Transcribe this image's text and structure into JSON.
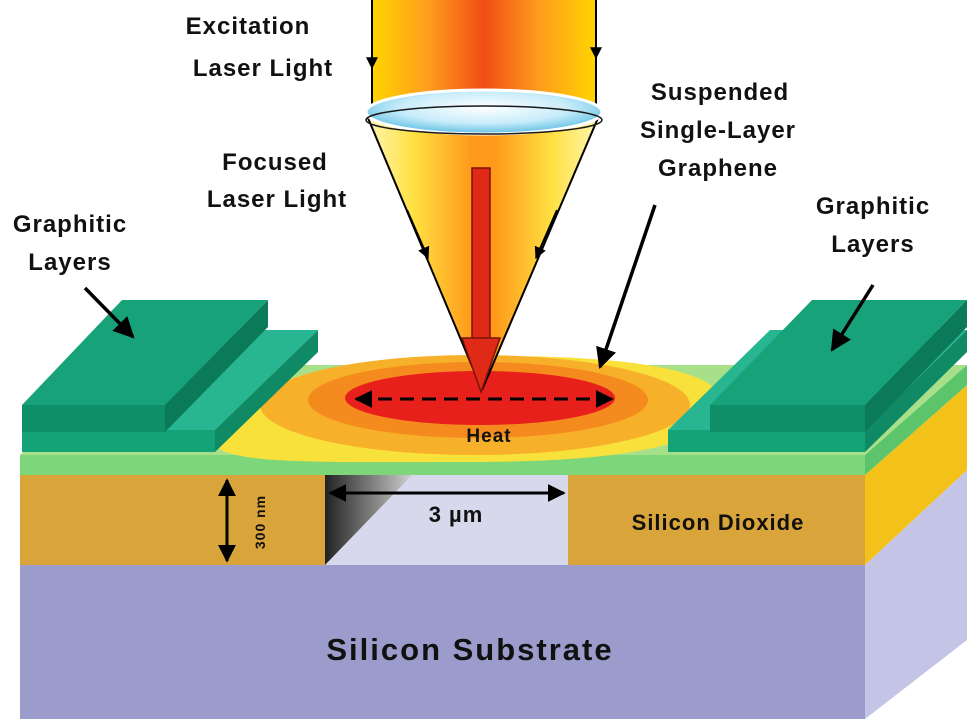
{
  "labels": {
    "excitation_line1": "Excitation",
    "excitation_line2": "Laser Light",
    "focused_line1": "Focused",
    "focused_line2": "Laser Light",
    "suspended_line1": "Suspended",
    "suspended_line2": "Single-Layer",
    "suspended_line3": "Graphene",
    "graphitic_left_line1": "Graphitic",
    "graphitic_left_line2": "Layers",
    "graphitic_right_line1": "Graphitic",
    "graphitic_right_line2": "Layers",
    "heat": "Heat",
    "trench_width": "3 µm",
    "oxide_thickness": "300 nm",
    "silicon_dioxide": "Silicon Dioxide",
    "silicon_substrate": "Silicon Substrate"
  },
  "colors": {
    "graphitic_top": "#14a277",
    "graphitic_side": "#0f8a64",
    "graphene_sheet": "#7ed67a",
    "oxide_front": "#d9a53a",
    "oxide_side": "#f3c21a",
    "substrate_front": "#9b9bcc",
    "substrate_side": "#c4c4e6",
    "heat_core": "#e8201c",
    "heat_mid": "#f58a1e",
    "heat_outer": "#f7e13a",
    "arrow_red": "#e02a18",
    "lens": "#bfe7f7"
  }
}
